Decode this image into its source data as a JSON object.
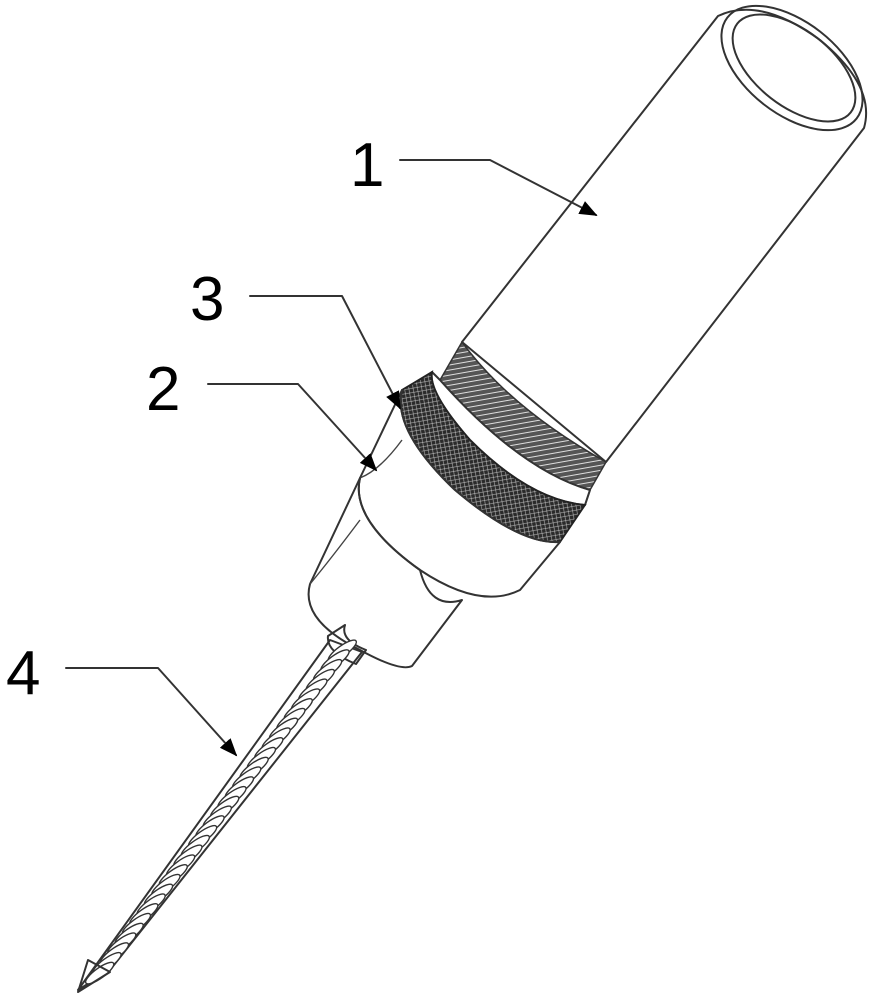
{
  "callouts": [
    {
      "id": "1",
      "label": "1"
    },
    {
      "id": "2",
      "label": "2"
    },
    {
      "id": "3",
      "label": "3"
    },
    {
      "id": "4",
      "label": "4"
    }
  ],
  "colors": {
    "line": "#333333",
    "knurl": "#1a1a1a",
    "background": "#ffffff"
  }
}
